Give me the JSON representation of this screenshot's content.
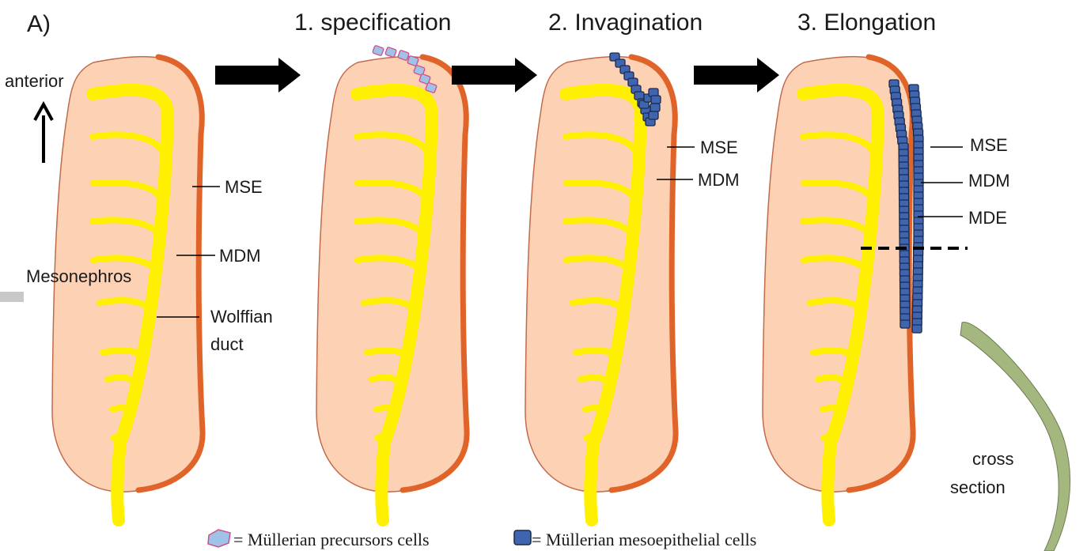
{
  "panel_label": "A)",
  "orientation_label": "anterior",
  "stages": [
    {
      "title": "1. specification"
    },
    {
      "title": "2. Invagination"
    },
    {
      "title": "3. Elongation"
    }
  ],
  "labels": {
    "mesonephros": "Mesonephros",
    "mse": "MSE",
    "mdm": "MDM",
    "mde": "MDE",
    "wolffian_line1": "Wolffian",
    "wolffian_line2": "duct",
    "cross_line1": "cross",
    "cross_line2": "section"
  },
  "legend": {
    "precursor": "= Müllerian precursors cells",
    "mesoepithelial": "= Müllerian mesoepithelial cells"
  },
  "colors": {
    "tissue": "#fcd1b4",
    "epithelium": "#e0642a",
    "duct": "#ffef00",
    "precursor_cell": "#9ec3e6",
    "mesoepithelial_cell": "#3f64b0",
    "arrow": "#000000",
    "section_arc": "#a3b77f"
  }
}
